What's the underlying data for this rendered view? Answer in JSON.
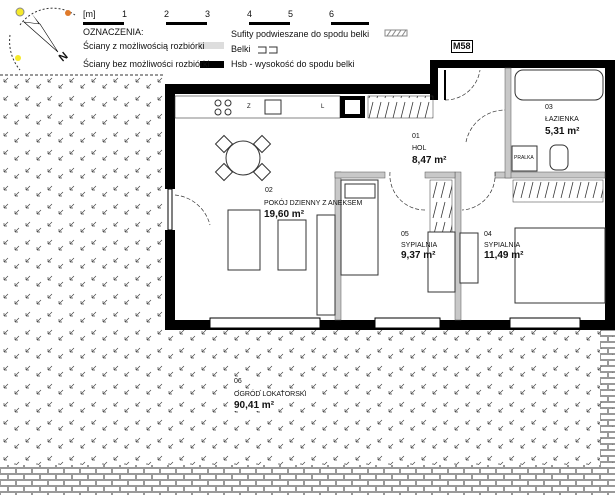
{
  "legend": {
    "scale_unit": "[m]",
    "scale_ticks": [
      "1",
      "2",
      "3",
      "4",
      "5",
      "6"
    ],
    "title": "OZNACZENIA:",
    "items": [
      {
        "label": "Ściany z możliwością rozbiórki",
        "symbol": "light-gray-wall"
      },
      {
        "label": "Ściany bez możliwości rozbiórki",
        "symbol": "black-wall"
      },
      {
        "label": "Sufity podwieszane do spodu belki",
        "symbol": "hatched"
      },
      {
        "label": "Belki",
        "symbol": "beam-outline"
      },
      {
        "label": "Hsb - wysokość do spodu belki",
        "symbol": "none"
      }
    ],
    "compass_label": "N"
  },
  "unit_label": "M58",
  "rooms": [
    {
      "number": "01",
      "name": "HOL",
      "area": "8,47 m²"
    },
    {
      "number": "02",
      "name": "POKÓJ DZIENNY Z ANEKSEM",
      "area": "19,60 m²"
    },
    {
      "number": "03",
      "name": "ŁAZIENKA",
      "area": "5,31 m²"
    },
    {
      "number": "04",
      "name": "SYPIALNIA",
      "area": "11,49 m²"
    },
    {
      "number": "05",
      "name": "SYPIALNIA",
      "area": "9,37 m²"
    },
    {
      "number": "06",
      "name": "OGRÓD LOKATORSKI",
      "area": "90,41 m²"
    }
  ],
  "fixtures": {
    "washer": "PRALKA",
    "fridge_mark": "L",
    "sink_mark": "Z"
  },
  "colors": {
    "wall": "#000000",
    "light_wall": "#c8c8c8",
    "sun": "#f5e92a",
    "sun_orange": "#e07a2a"
  }
}
